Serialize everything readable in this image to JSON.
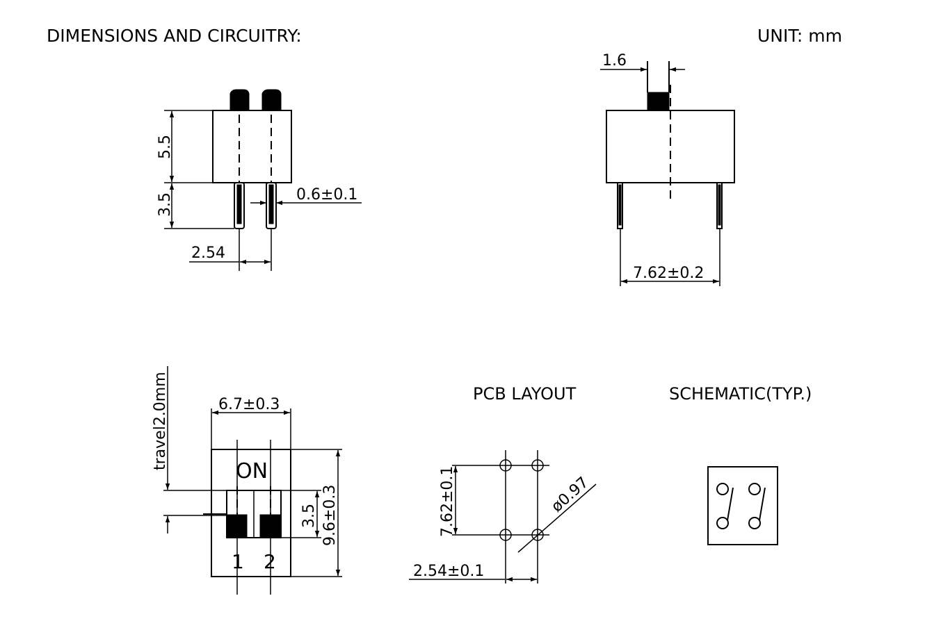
{
  "header": {
    "title": "DIMENSIONS AND CIRCUITRY:",
    "unit": "UNIT:  mm"
  },
  "front_view": {
    "height_body": "5.5",
    "height_pin": "3.5",
    "pin_width": "0.6±0.1",
    "pin_pitch": "2.54"
  },
  "side_view": {
    "actuator_width": "1.6",
    "row_spacing": "7.62±0.2"
  },
  "top_view": {
    "travel": "travel2.0mm",
    "width": "6.7±0.3",
    "on_label": "ON",
    "slot_height": "3.5",
    "length": "9.6±0.3",
    "switch_1": "1",
    "switch_2": "2"
  },
  "pcb_layout": {
    "title": "PCB LAYOUT",
    "row_spacing": "7.62±0.1",
    "hole_diameter": "ø0.97",
    "pitch": "2.54±0.1"
  },
  "schematic": {
    "title": "SCHEMATIC(TYP.)"
  }
}
